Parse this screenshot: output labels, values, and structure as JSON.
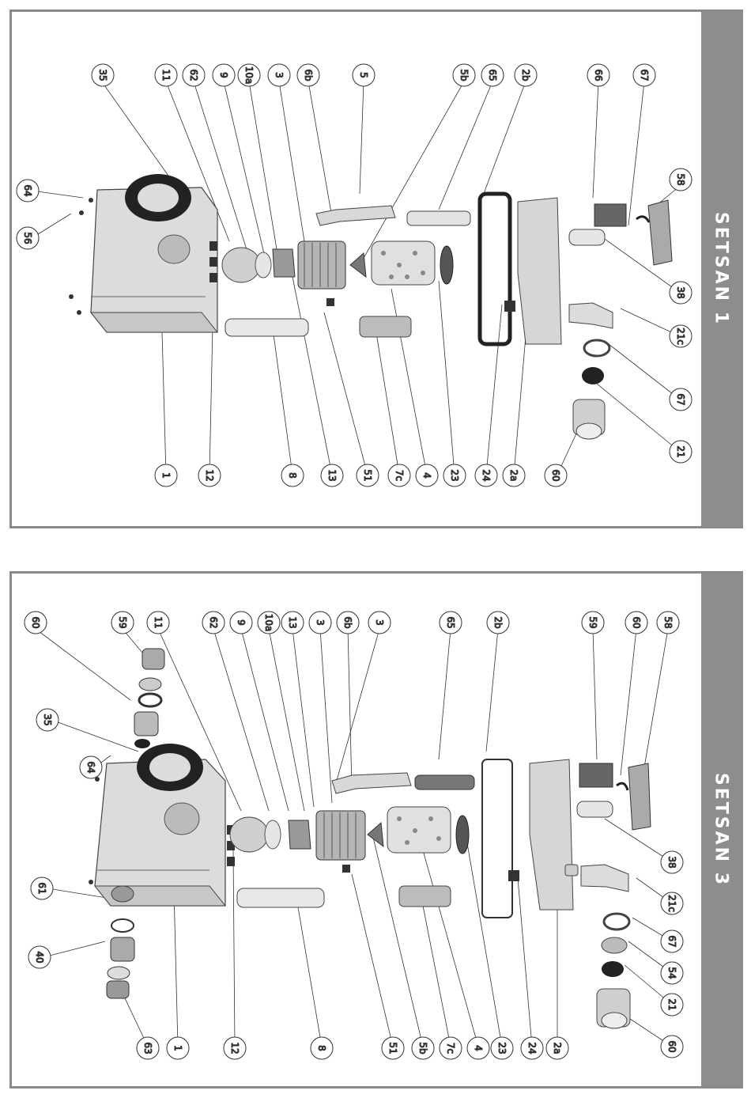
{
  "panels": [
    {
      "title": "SETSAN 1",
      "callouts": [
        "35",
        "11",
        "62",
        "9",
        "10a",
        "3",
        "6b",
        "5",
        "5b",
        "65",
        "2b",
        "66",
        "67",
        "64",
        "56",
        "58",
        "38",
        "21c",
        "67",
        "21",
        "60",
        "1",
        "12",
        "8",
        "13",
        "51",
        "7c",
        "4",
        "23",
        "24",
        "2a"
      ]
    },
    {
      "title": "SETSAN 3",
      "callouts": [
        "60",
        "59",
        "11",
        "62",
        "9",
        "10a",
        "13",
        "3",
        "6b",
        "3",
        "65",
        "2b",
        "59",
        "60",
        "58",
        "35",
        "64",
        "61",
        "40",
        "63",
        "1",
        "12",
        "8",
        "51",
        "5b",
        "7c",
        "4",
        "23",
        "24",
        "2a",
        "38",
        "21c",
        "67",
        "54",
        "21",
        "60"
      ]
    }
  ]
}
